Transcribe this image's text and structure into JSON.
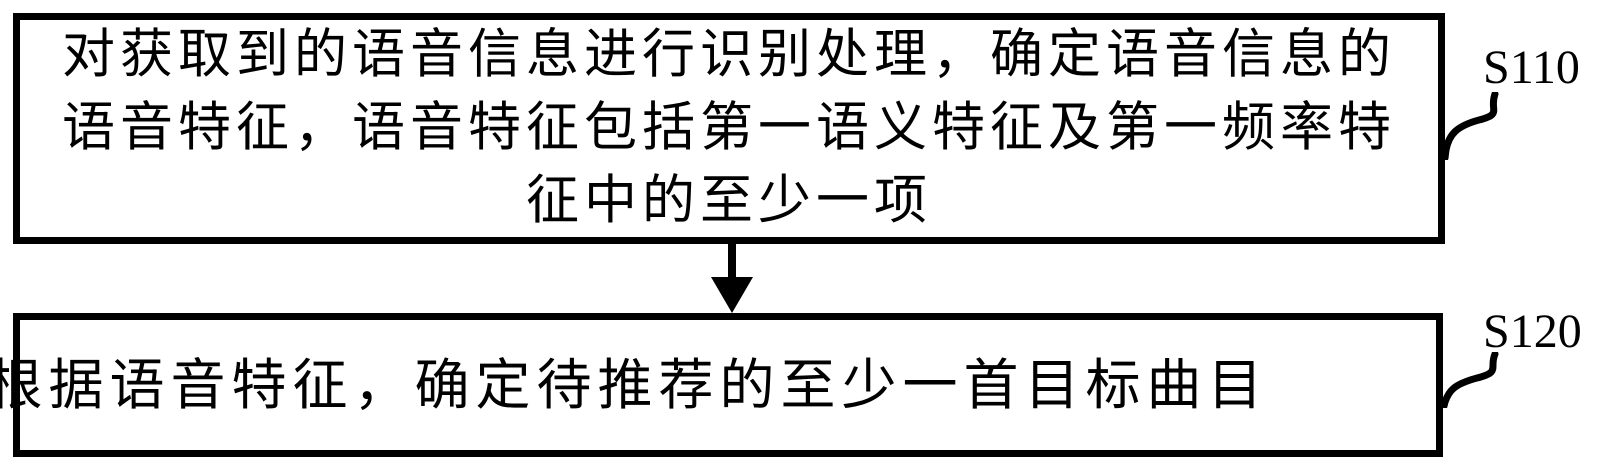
{
  "figure": {
    "type": "flowchart",
    "background_color": "#ffffff",
    "line_color": "#000000",
    "steps": [
      {
        "label": "S110",
        "lines": [
          "对获取到的语音信息进行识别处理，确定语音信息的",
          "语音特征，语音特征包括第一语义特征及第一频率特",
          "征中的至少一项"
        ],
        "full_text": "对获取到的语音信息进行识别处理，确定语音信息的语音特征，语音特征包括第一语义特征及第一频率特征中的至少一项"
      },
      {
        "label": "S120",
        "lines": [
          "根据语音特征，确定待推荐的至少一首目标曲目"
        ],
        "full_text": "根据语音特征，确定待推荐的至少一首目标曲目"
      }
    ]
  }
}
